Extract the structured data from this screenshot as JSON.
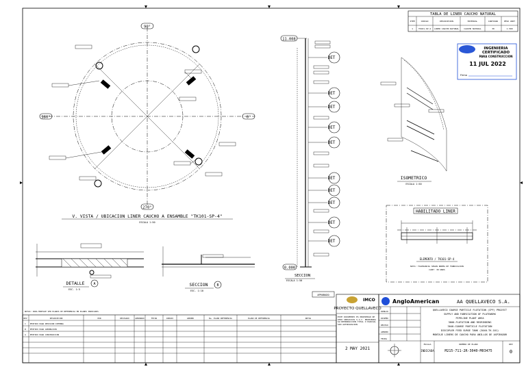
{
  "plan": {
    "title": "V. VISTA / UBICACION LINER CAUCHO A ENSAMBLE \"TK101-SP-4\"",
    "scale": "ESCALA 1:50",
    "angles": {
      "top": "90°",
      "left": "180°",
      "right": "0°",
      "bottom": "270°"
    }
  },
  "liner_table": {
    "title": "TABLA DE LINER CAUCHO NATURAL",
    "headers": [
      "ITEM",
      "CODIGO",
      "DESCRIPCION",
      "MATERIAL",
      "CANTIDAD",
      "PESO UNIT"
    ],
    "row": [
      "1",
      "TK101-SP-4",
      "LINER CAUCHO NATURAL",
      "CAUCHO NATURAL",
      "30",
      "1.500"
    ]
  },
  "stamp": {
    "line1": "INGENIERIA",
    "line2": "CERTIFICADO",
    "line3": "PARA CONSTRUCCION",
    "date": "11 JUL 2022",
    "sign_label": "Firma"
  },
  "section": {
    "top_level": "11.008",
    "bottom_level": "0.000",
    "det_label": "DET",
    "title": "SECCION",
    "scale": "ESCALA 1:50"
  },
  "isometric": {
    "title": "ISOMETRICO",
    "scale": "ESCALA 1:50"
  },
  "habilitado": {
    "title": "HABILITADO LINER",
    "element": "ELEMENTO / TK101-SP-4",
    "note1": "NOTA: TOLERANCIA SEGUN NORMA DE FABRICACION",
    "note2": "CANT: 30 UNDS"
  },
  "detalle": {
    "title": "DETALLE",
    "ref": "A",
    "scale": "ESC. 1:5"
  },
  "seccion_b": {
    "title": "SECCION",
    "ref": "B",
    "scale": "ESC. 1:10"
  },
  "notes_header": "NOTAS: PARA MONTAJE VER PLANOS DE REFERENCIA EN PLANOS INDICADOS",
  "revision": {
    "headers": [
      "REV",
      "DESCRIPCION",
      "POR",
      "REVISADO",
      "APROBADO",
      "FECHA",
      "DIBUJO",
      "APROBO"
    ],
    "rows": [
      [
        "C",
        "EMITIDO PARA REVISION INTERNA"
      ],
      [
        "B",
        "EMITIDO PARA APROBACION"
      ],
      [
        "A",
        "EMITIDO PARA CONSTRUCCION"
      ]
    ],
    "ref_headers": [
      "No. PLANO REFERENCIA",
      "PLANO DE REFERENCIA",
      "NUMERO REFERENCIA",
      "TITULO REFERENCIA",
      "NOTAS"
    ]
  },
  "status_box": "APROBADO",
  "contractor": {
    "logo": "IMCO",
    "project": "PROYECTO QUELLAVECO",
    "disclaimer": "ESTE DOCUMENTO ES PROPIEDAD DE IMCO SERVICIOS S.A.C. PROHIBIDA SU REPRODUCCION TOTAL O PARCIAL SIN AUTORIZACION",
    "date": "2 MAY 2021"
  },
  "client": {
    "logo": "AngloAmerican",
    "company": "AA QUELLAVECO S.A.",
    "desc": [
      "QUELLAVECO COARSE PARTICLE FLOTATION (CPF) PROJECT",
      "SUPPLY AND FABRICATION OF PLATEWORK",
      "PIPELINE PLANT AREA",
      "3000-FLOTATION AND REGRINDING",
      "3040-COARSE PARTICLE FLOTATION",
      "DISCOPLER FEED SURGE TANK (3040-TK-101)",
      "MONTAJE LINERS DE CAUCHO PARA ANILLOS DE ASPIRADOR"
    ],
    "approvals": [
      "DIBUJO",
      "DISEÑO",
      "REVISO",
      "APROBO",
      "FECHA"
    ],
    "scale_label": "ESCALA",
    "scale": "INDICADA",
    "drawing_label": "NUMERO DE PLANO",
    "drawing_no": "M215-711-2R-3040-M03475",
    "rev_label": "REV",
    "rev": "0"
  }
}
